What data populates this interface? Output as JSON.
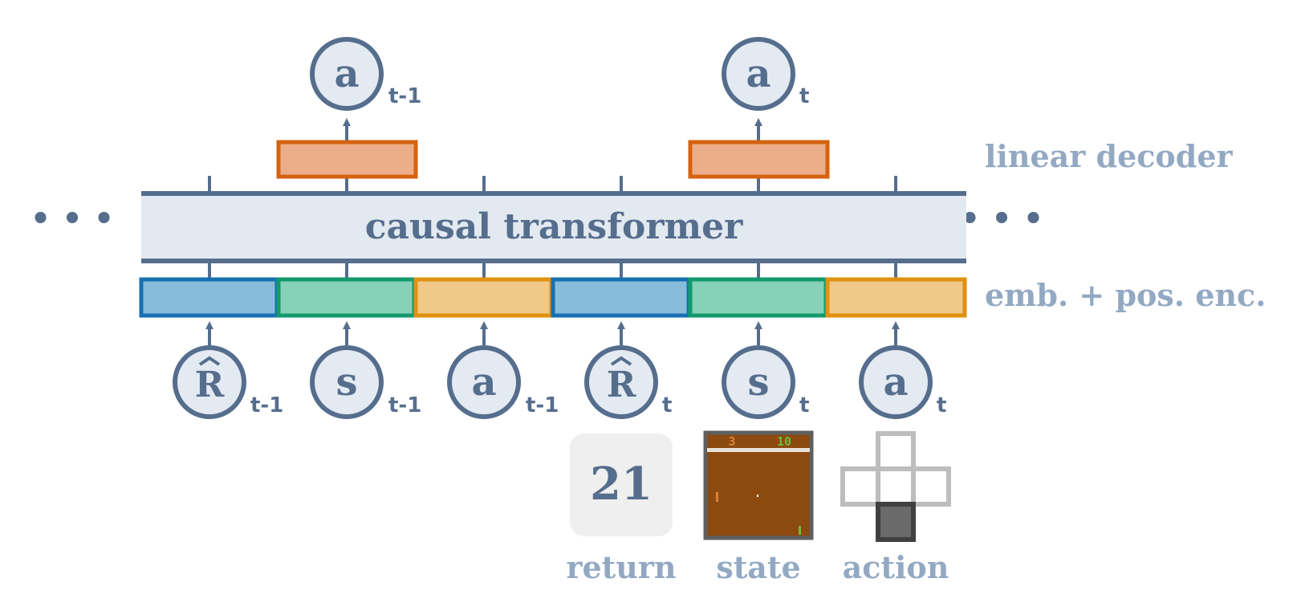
{
  "transformer": {
    "label": "causal transformer"
  },
  "side_labels": {
    "decoder": "linear decoder",
    "embedding": "emb. + pos. enc."
  },
  "ellipsis": "• • •",
  "outputs": [
    {
      "symbol": "a",
      "subscript": "t-1"
    },
    {
      "symbol": "a",
      "subscript": "t"
    }
  ],
  "inputs": [
    {
      "symbol": "R",
      "hat": true,
      "subscript": "t-1",
      "kind": "return"
    },
    {
      "symbol": "s",
      "subscript": "t-1",
      "kind": "state"
    },
    {
      "symbol": "a",
      "subscript": "t-1",
      "kind": "action"
    },
    {
      "symbol": "R",
      "hat": true,
      "subscript": "t",
      "kind": "return"
    },
    {
      "symbol": "s",
      "subscript": "t",
      "kind": "state"
    },
    {
      "symbol": "a",
      "subscript": "t",
      "kind": "action"
    }
  ],
  "examples": {
    "return": {
      "value": "21",
      "label": "return"
    },
    "state": {
      "label": "state",
      "score_left": "3",
      "score_right": "10"
    },
    "action": {
      "label": "action"
    }
  },
  "colors": {
    "dark": "#566e8d",
    "light_label": "#93a9c3",
    "node_fill": "#e4eaf2",
    "transformer_fill": "#e3e9f1",
    "return_fill": "#88bcdb",
    "return_border": "#1770b0",
    "state_fill": "#86d1b8",
    "state_border": "#12996e",
    "action_fill": "#f0c988",
    "action_border": "#e1900f",
    "decoder_fill": "#ecae88",
    "decoder_border": "#d6620f",
    "pong_bg": "#8d4a10",
    "pong_border": "#5f5f5f",
    "pong_score_left": "#d8833a",
    "pong_score_right": "#6dbb3c"
  }
}
